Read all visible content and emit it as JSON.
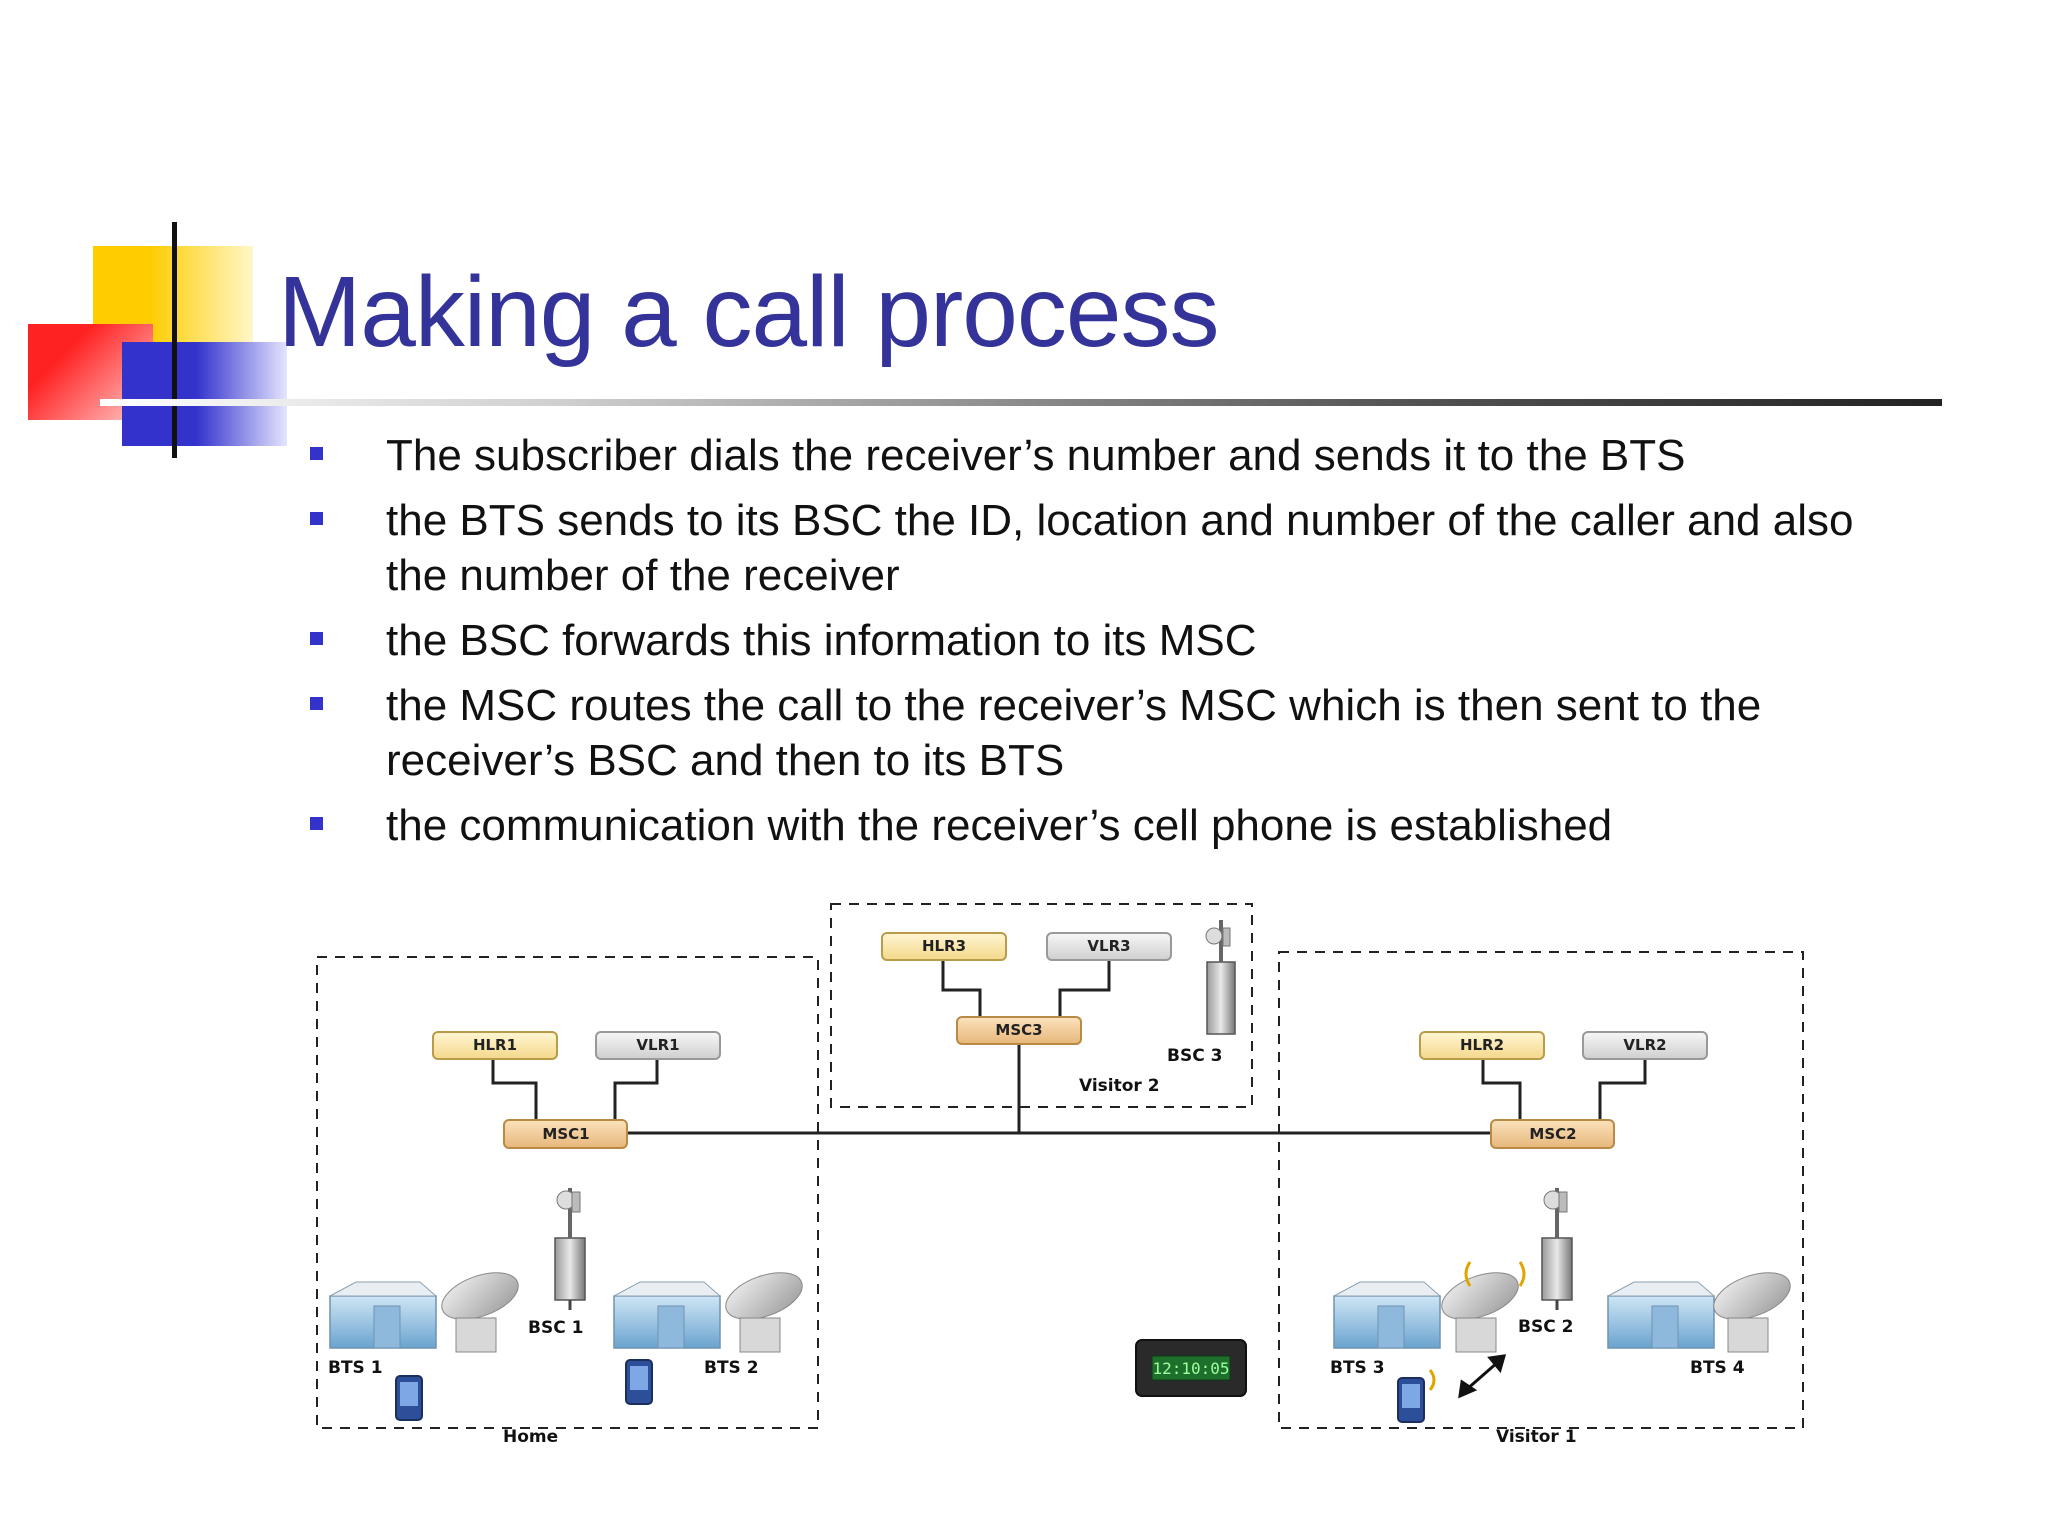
{
  "slide": {
    "title": "Making a call process",
    "bullets": [
      "The subscriber dials the receiver’s number and sends it to the BTS",
      "the BTS sends to its BSC the ID, location and number of the caller and also the number of the receiver",
      "the BSC forwards this information to its MSC",
      "the MSC routes the call to the receiver’s MSC which is then sent to the receiver’s BSC and then to its BTS",
      "the communication with the receiver’s cell phone is established"
    ]
  },
  "diagram": {
    "nodes": {
      "hlr1": "HLR1",
      "vlr1": "VLR1",
      "msc1": "MSC1",
      "hlr2": "HLR2",
      "vlr2": "VLR2",
      "msc2": "MSC2",
      "hlr3": "HLR3",
      "vlr3": "VLR3",
      "msc3": "MSC3",
      "bsc1": "BSC 1",
      "bsc2": "BSC 2",
      "bsc3": "BSC 3",
      "bts1": "BTS 1",
      "bts2": "BTS 2",
      "bts3": "BTS 3",
      "bts4": "BTS 4"
    },
    "regions": {
      "home": "Home",
      "visitor1": "Visitor 1",
      "visitor2": "Visitor 2"
    },
    "clock_display": "12:10:05"
  },
  "colors": {
    "title": "#333399",
    "bullet": "#3333cc",
    "hlr_fill": "#fbe7a6",
    "vlr_fill": "#e3e3e3",
    "msc_fill": "#f2cd93"
  }
}
